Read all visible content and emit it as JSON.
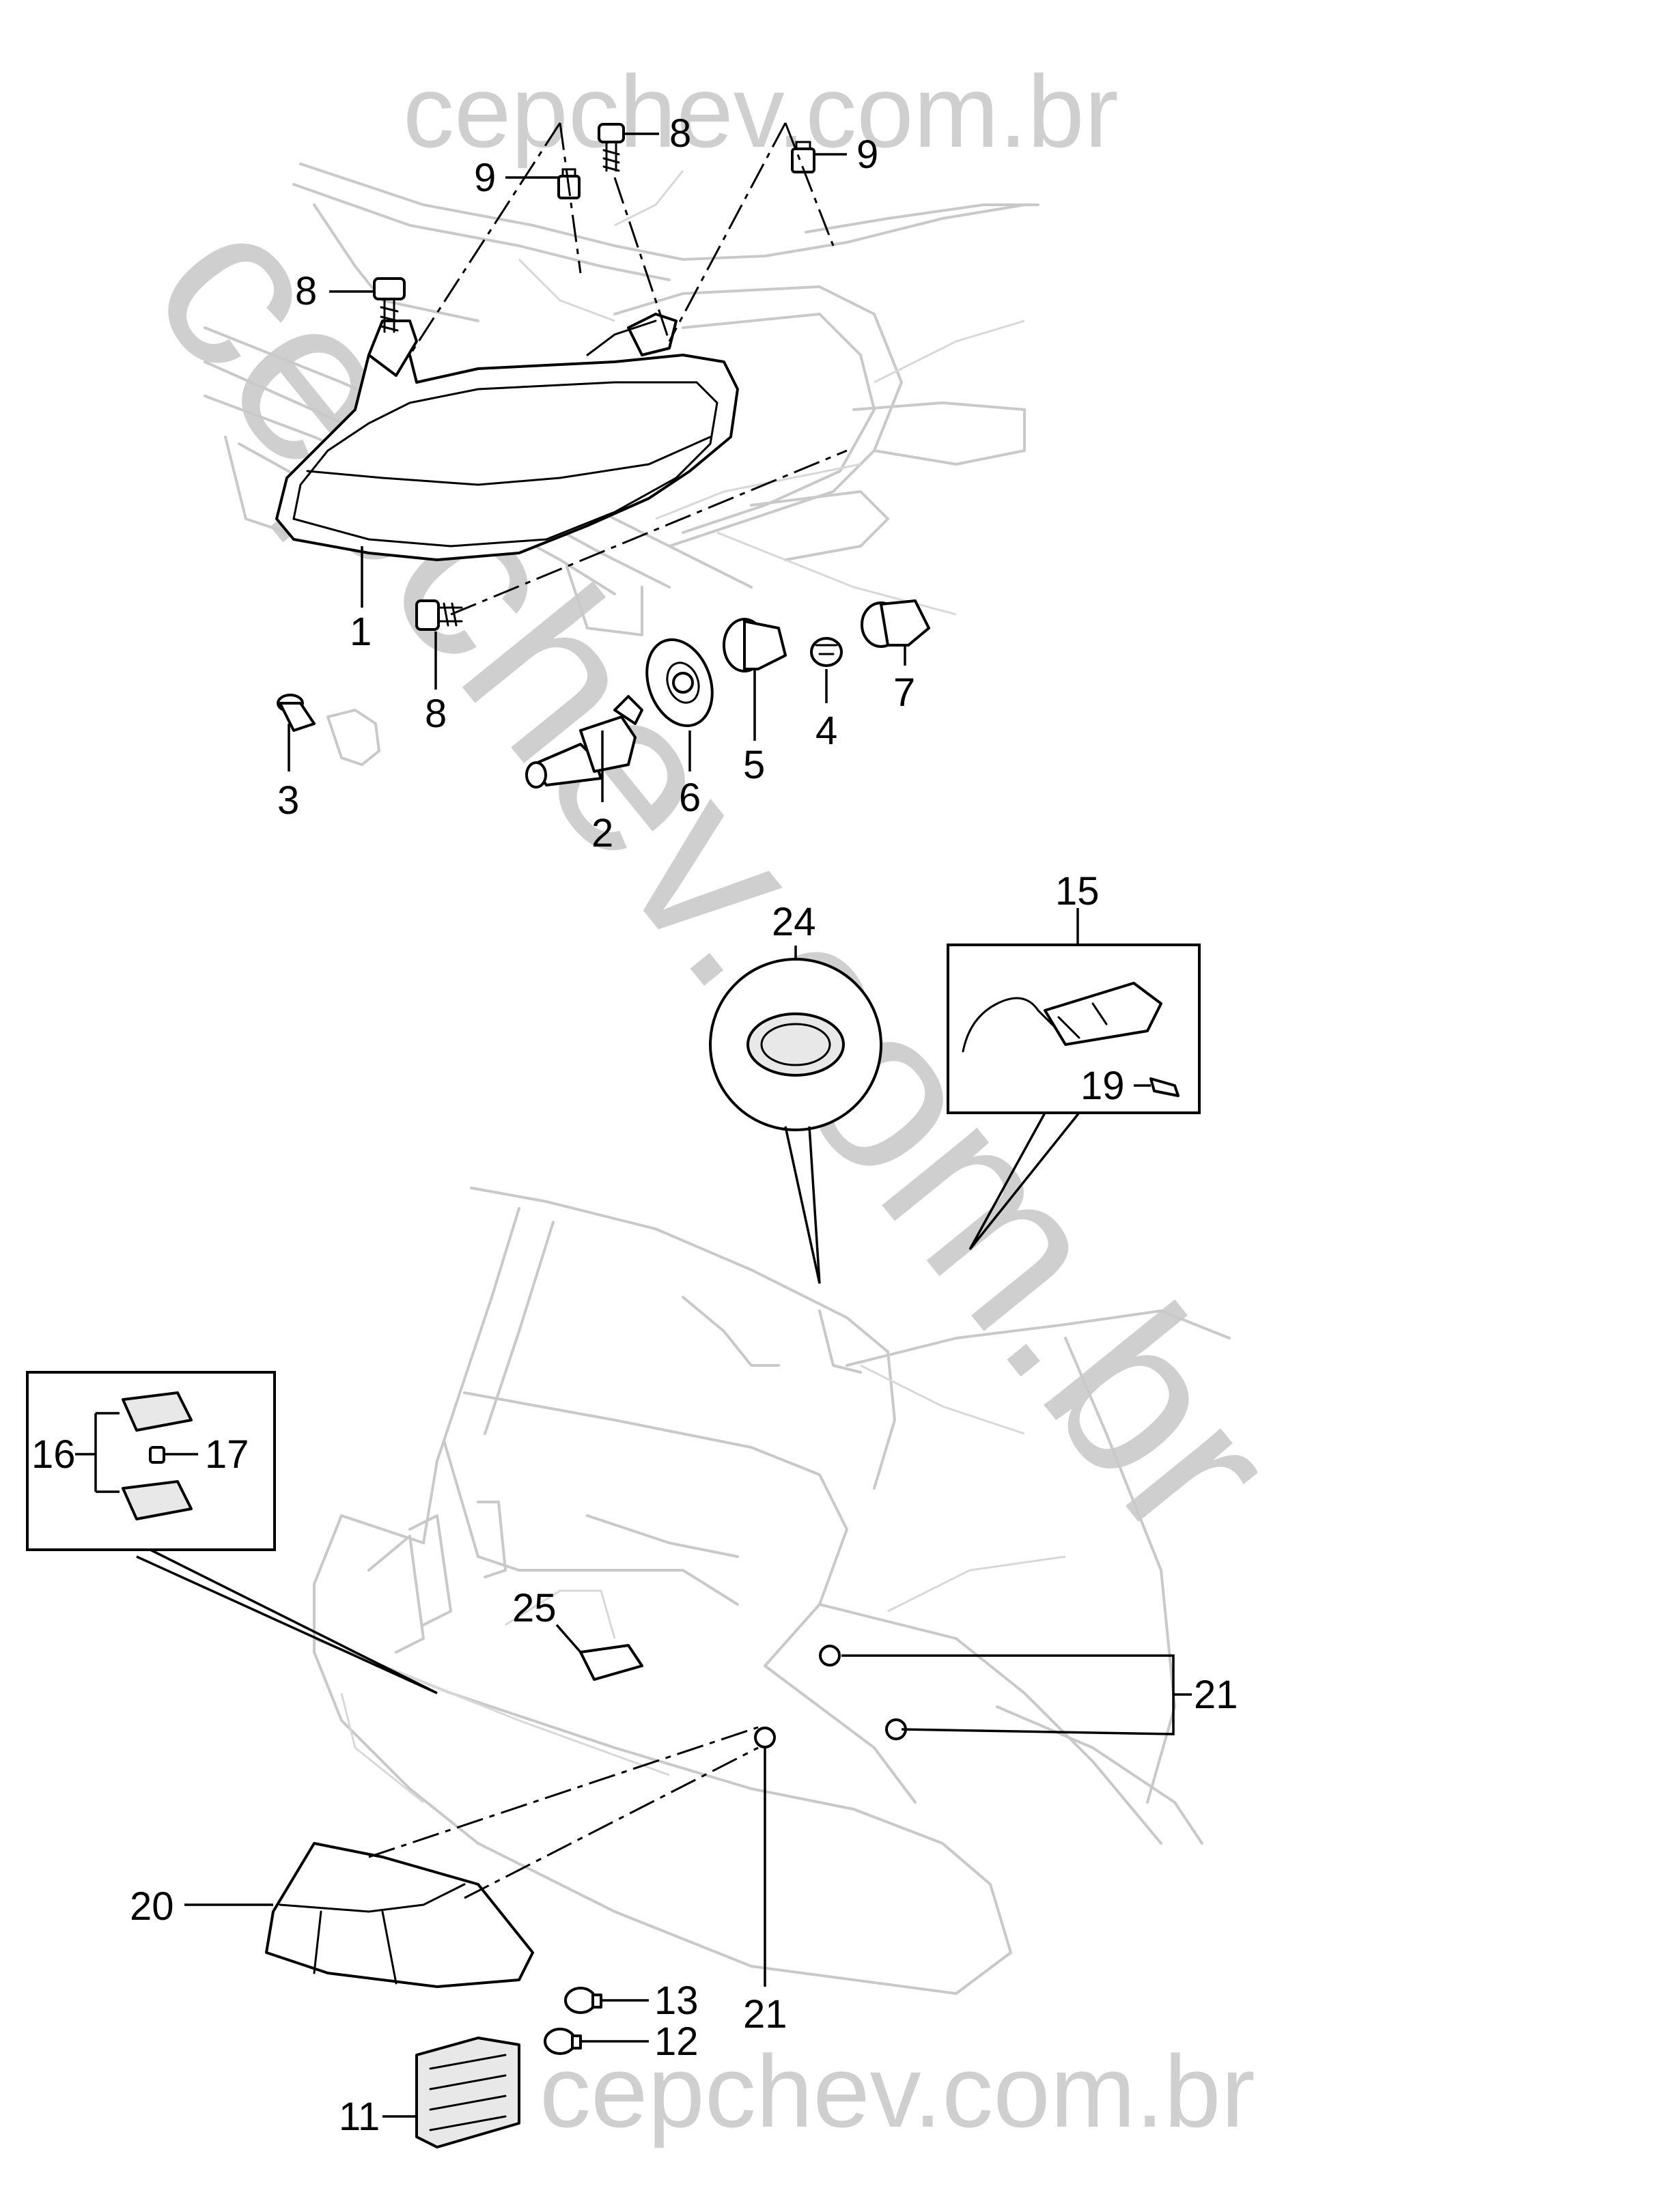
{
  "watermark": {
    "top": "cepchev.com.br",
    "diagonal": "cepchev.com.br",
    "bottom": "cepchev.com.br"
  },
  "callouts": {
    "c1": "1",
    "c2": "2",
    "c3": "3",
    "c4": "4",
    "c5": "5",
    "c6": "6",
    "c7": "7",
    "c8a": "8",
    "c8b": "8",
    "c8c": "8",
    "c9a": "9",
    "c9b": "9",
    "c11": "11",
    "c12": "12",
    "c13": "13",
    "c15": "15",
    "c16": "16",
    "c17": "17",
    "c19": "19",
    "c20": "20",
    "c21a": "21",
    "c21b": "21",
    "c24": "24",
    "c25": "25"
  }
}
